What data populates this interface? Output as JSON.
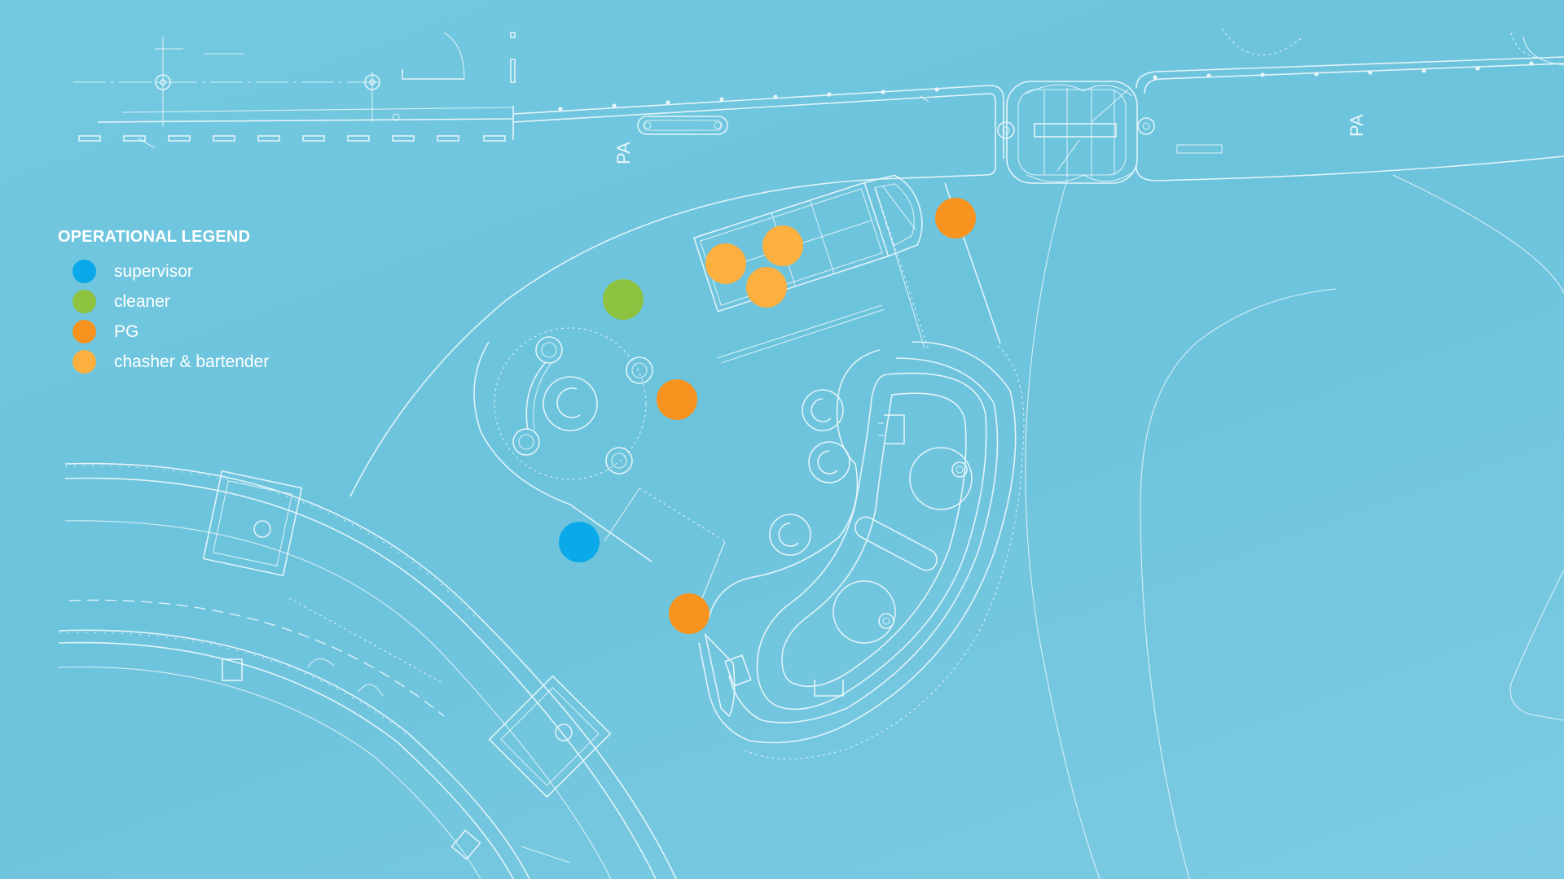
{
  "legend": {
    "title": "OPERATIONAL LEGEND",
    "items": [
      {
        "label": "supervisor",
        "color": "#0aa9ea"
      },
      {
        "label": "cleaner",
        "color": "#8dc340"
      },
      {
        "label": "PG",
        "color": "#f7931e"
      },
      {
        "label": "chasher & bartender",
        "color": "#fbb040"
      }
    ]
  },
  "plan_labels": {
    "pa_left": "PA",
    "pa_right": "PA"
  },
  "staff_markers": [
    {
      "role": "cleaner",
      "color": "#8dc340"
    },
    {
      "role": "chasher & bartender",
      "color": "#fbb040"
    },
    {
      "role": "chasher & bartender",
      "color": "#fbb040"
    },
    {
      "role": "chasher & bartender",
      "color": "#fbb040"
    },
    {
      "role": "PG",
      "color": "#f7931e"
    },
    {
      "role": "PG",
      "color": "#f7931e"
    },
    {
      "role": "PG",
      "color": "#f7931e"
    },
    {
      "role": "supervisor",
      "color": "#0aa9ea"
    }
  ]
}
